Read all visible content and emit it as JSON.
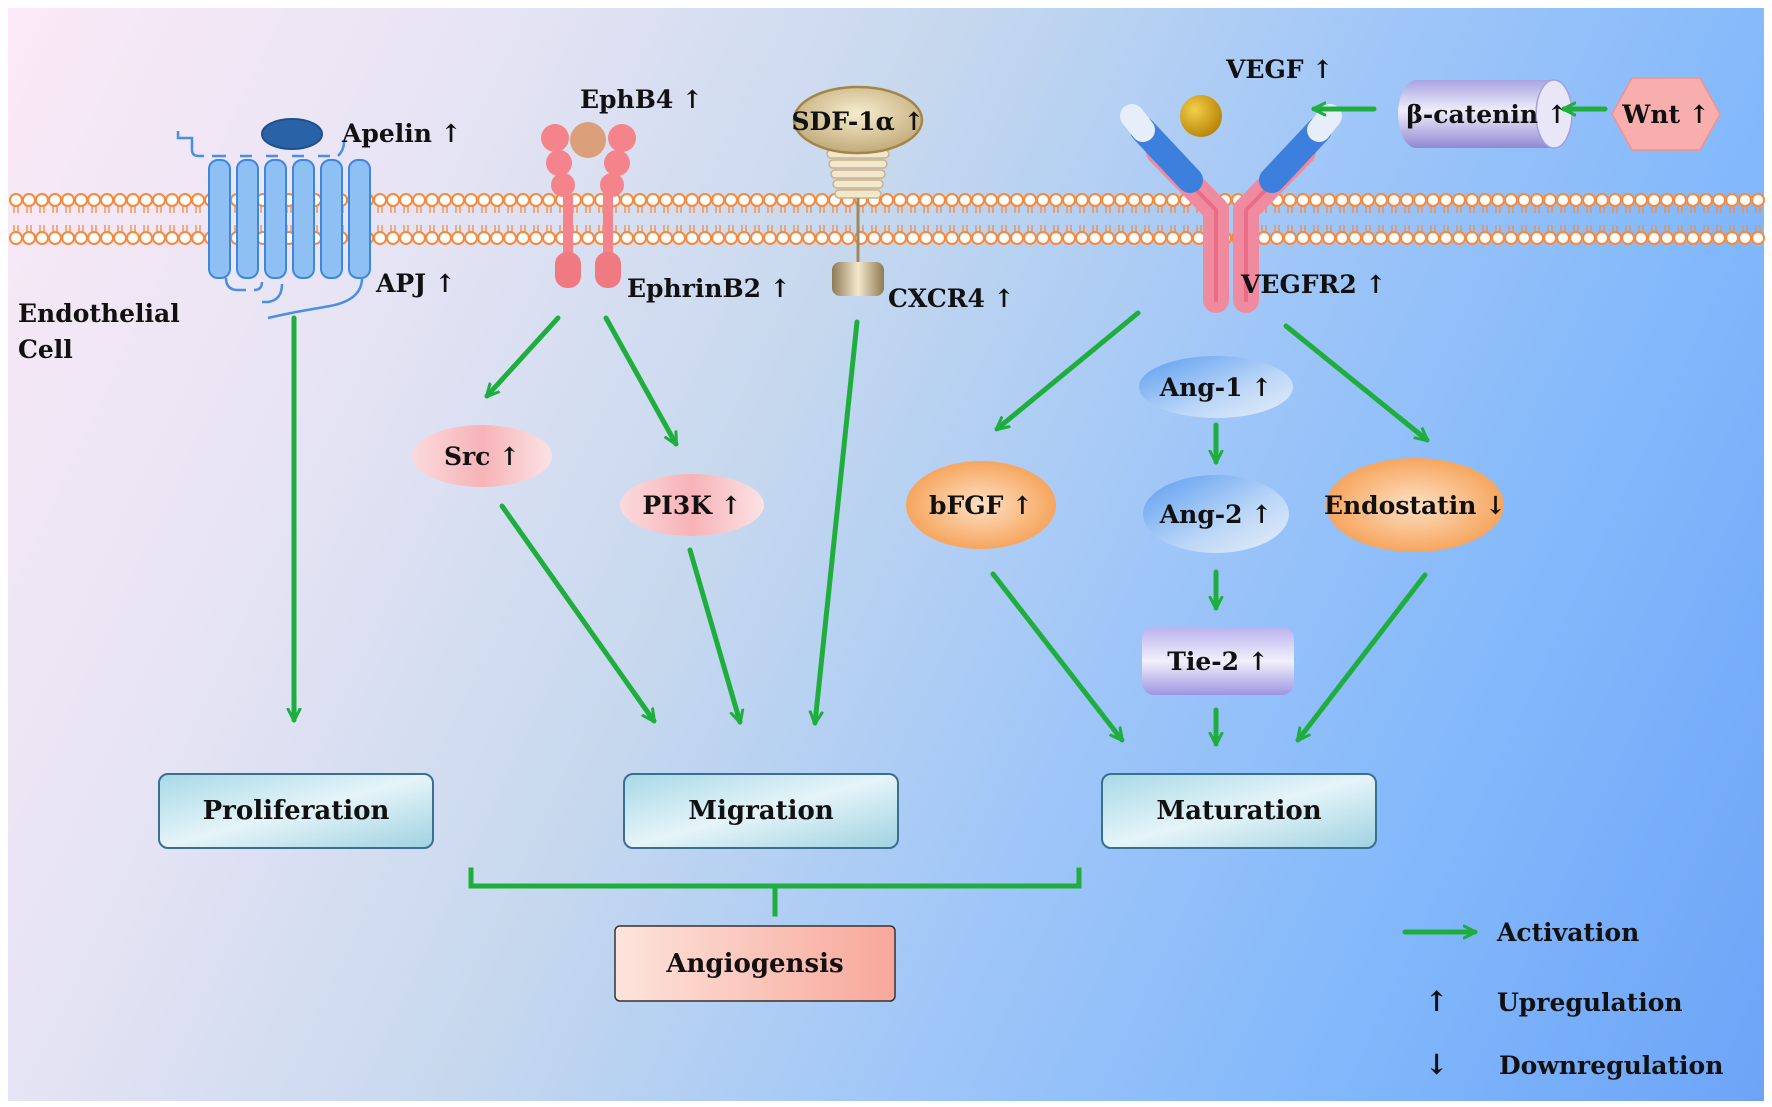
{
  "cell_label": "Endothelial\nCell",
  "receptors": {
    "apelin": "Apelin ↑",
    "apj": "APJ ↑",
    "ephb4": "EphB4 ↑",
    "ephrinb2": "EphrinB2 ↑",
    "sdf1a": "SDF-1α ↑",
    "cxcr4": "CXCR4 ↑",
    "vegf": "VEGF ↑",
    "vegfr2": "VEGFR2 ↑",
    "beta_catenin": "β-catenin ↑",
    "wnt": "Wnt ↑"
  },
  "intermediates": {
    "src": "Src ↑",
    "pi3k": "PI3K ↑",
    "bfgf": "bFGF ↑",
    "ang1": "Ang-1 ↑",
    "ang2": "Ang-2 ↑",
    "tie2": "Tie-2 ↑",
    "endostatin": "Endostatin ↓"
  },
  "outcomes": {
    "proliferation": "Proliferation",
    "migration": "Migration",
    "maturation": "Maturation",
    "angiogenesis": "Angiogensis"
  },
  "legend": {
    "activation_label": "Activation",
    "up_symbol": "↑",
    "up_label": "Upregulation",
    "down_symbol": "↓",
    "down_label": "Downregulation"
  },
  "colors": {
    "arrow": "#1fae3e",
    "membrane": "#f58a3e",
    "receptor_blue": "#6aa8ee",
    "ephrin_pink": "#f47f86",
    "vegfr_pink": "#ee6f8c",
    "ligand_gold": "#d4a10f",
    "apelin_blue": "#2a62a8"
  }
}
